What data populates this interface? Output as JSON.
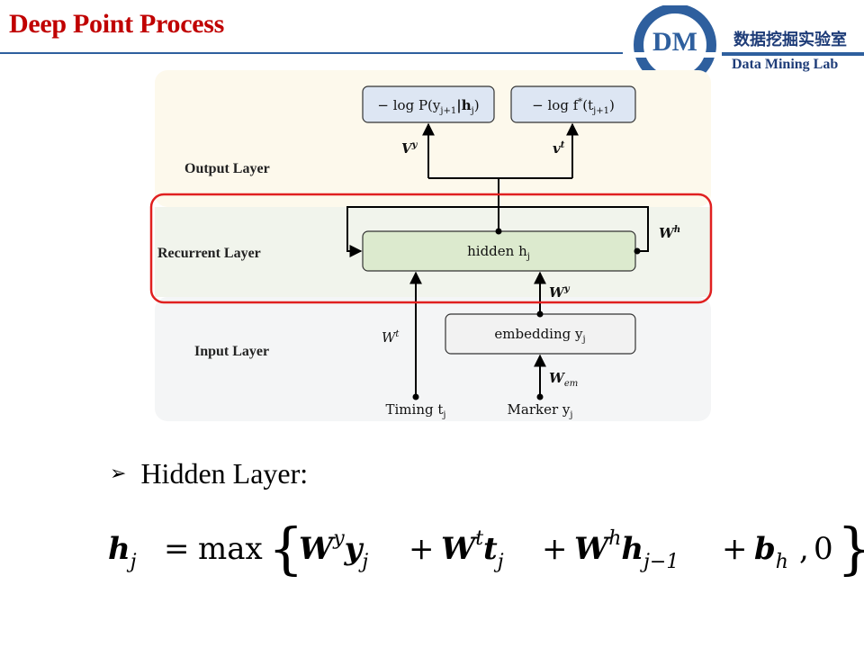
{
  "slide": {
    "title": "Deep Point Process",
    "bullet": "Hidden Layer:"
  },
  "logo": {
    "mark": "DM",
    "name_cn": "数据挖掘实验室",
    "name_en": "Data Mining Lab",
    "brand_color": "#2e5f9e"
  },
  "diagram": {
    "layers": {
      "output": "Output Layer",
      "recurrent": "Recurrent Layer",
      "input": "Input Layer"
    },
    "inputs": {
      "timing": "Timing t",
      "timing_sub": "j",
      "marker": "Marker y",
      "marker_sub": "j"
    },
    "nodes": {
      "hidden": "hidden h",
      "hidden_sub": "j",
      "embedding": "embedding y",
      "embedding_sub": "j",
      "out_marker": "− log P(y",
      "out_marker_sub": "j+1",
      "out_marker_tail": "|h",
      "out_marker_tail_sub": "j",
      "out_marker_end": ")",
      "out_time": "− log f",
      "out_time_sup": "*",
      "out_time_mid": "(t",
      "out_time_sub": "j+1",
      "out_time_end": ")"
    },
    "weights": {
      "vy": "V",
      "vy_sup": "y",
      "vt": "v",
      "vt_sup": "t",
      "wh": "W",
      "wh_sup": "h",
      "wy": "W",
      "wy_sup": "y",
      "wt": "W",
      "wt_sup": "t",
      "wem": "W",
      "wem_sub": "em"
    },
    "colors": {
      "output_band": "#fdf9ec",
      "recurrent_band": "#f1f4ec",
      "input_band": "#f4f5f6",
      "node_blue": "#dde6f3",
      "node_green": "#dceace",
      "node_gray": "#f2f2f2",
      "highlight": "#e02020"
    }
  },
  "equation": {
    "lhs": "h",
    "lhs_sub": "j",
    "eq": "=",
    "op": "max",
    "t1": "W",
    "t1_sup": "y",
    "t1_var": "y",
    "t1_var_sub": "j",
    "plus": "+",
    "t2": "W",
    "t2_sup": "t",
    "t2_var": "t",
    "t2_var_sub": "j",
    "t3": "W",
    "t3_sup": "h",
    "t3_var": "h",
    "t3_var_sub": "j−1",
    "t4": "b",
    "t4_sub": "h",
    "comma": ",",
    "zero": "0"
  }
}
